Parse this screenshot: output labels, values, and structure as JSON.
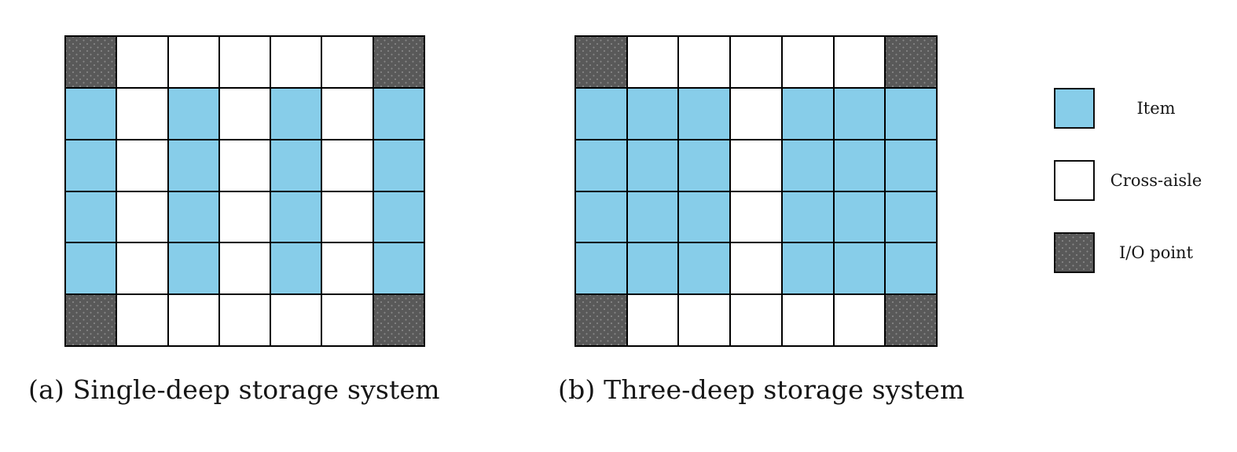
{
  "colors": {
    "item": "#87cde9",
    "cross_aisle": "#ffffff",
    "io_point": "#595959",
    "io_point_dot": "#8a8a8a",
    "grid_line": "#000000"
  },
  "legend": {
    "items": [
      {
        "key": "item",
        "label": "Item"
      },
      {
        "key": "cross_aisle",
        "label": "Cross-aisle"
      },
      {
        "key": "io_point",
        "label": "I/O point"
      }
    ]
  },
  "diagrams": [
    {
      "id": "single-deep",
      "caption": "(a) Single-deep storage system",
      "columns": 7,
      "rows": [
        [
          "io",
          "aisle",
          "aisle",
          "aisle",
          "aisle",
          "aisle",
          "io"
        ],
        [
          "item",
          "aisle",
          "item",
          "aisle",
          "item",
          "aisle",
          "item"
        ],
        [
          "item",
          "aisle",
          "item",
          "aisle",
          "item",
          "aisle",
          "item"
        ],
        [
          "item",
          "aisle",
          "item",
          "aisle",
          "item",
          "aisle",
          "item"
        ],
        [
          "item",
          "aisle",
          "item",
          "aisle",
          "item",
          "aisle",
          "item"
        ],
        [
          "io",
          "aisle",
          "aisle",
          "aisle",
          "aisle",
          "aisle",
          "io"
        ]
      ]
    },
    {
      "id": "three-deep",
      "caption": "(b) Three-deep storage system",
      "columns": 7,
      "rows": [
        [
          "io",
          "aisle",
          "aisle",
          "aisle",
          "aisle",
          "aisle",
          "io"
        ],
        [
          "item",
          "item",
          "item",
          "aisle",
          "item",
          "item",
          "item"
        ],
        [
          "item",
          "item",
          "item",
          "aisle",
          "item",
          "item",
          "item"
        ],
        [
          "item",
          "item",
          "item",
          "aisle",
          "item",
          "item",
          "item"
        ],
        [
          "item",
          "item",
          "item",
          "aisle",
          "item",
          "item",
          "item"
        ],
        [
          "io",
          "aisle",
          "aisle",
          "aisle",
          "aisle",
          "aisle",
          "io"
        ]
      ]
    }
  ]
}
